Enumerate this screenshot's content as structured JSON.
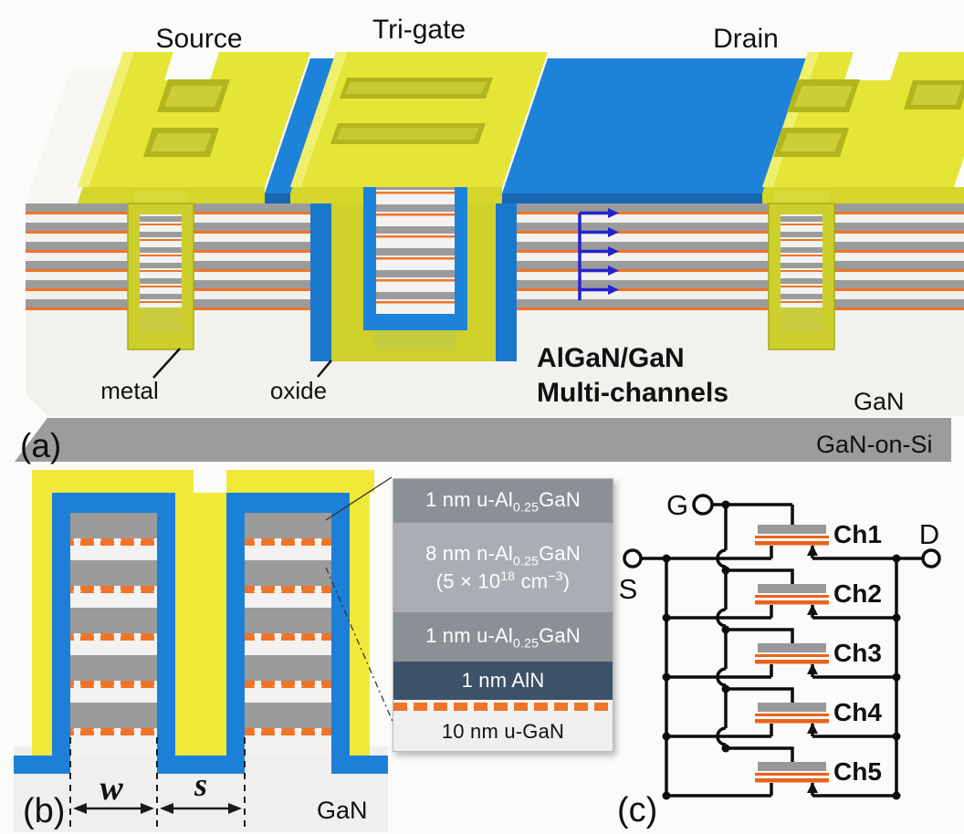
{
  "figure_caption_tags": {
    "a": "(a)",
    "b": "(b)",
    "c": "(c)"
  },
  "colors": {
    "metal_yellow": "#e5e537",
    "oxide_blue": "#1d82da",
    "channel_orange": "#f07428",
    "barrier_gray": "#9b9b9b",
    "substrate_gray": "#9c9c9c",
    "annotation_blue": "#2020c0",
    "circuit_channel_label": "#e4591c"
  },
  "panel_a": {
    "label": "(a)",
    "terminals": {
      "source": "Source",
      "gate": "Tri-gate",
      "drain": "Drain"
    },
    "annotations": {
      "metal": "metal",
      "oxide": "oxide",
      "multichannel_line1": "AlGaN/GaN",
      "multichannel_line2": "Multi-channels",
      "buffer": "GaN",
      "substrate": "GaN-on-Si"
    },
    "channel_arrow_count": 5
  },
  "panel_b": {
    "label": "(b)",
    "fin_width_symbol": "w",
    "fin_spacing_symbol": "s",
    "substrate_label": "GaN"
  },
  "layer_stack": {
    "rows": [
      {
        "kind": "u-algan-cap",
        "pre": "1 nm u-Al",
        "sub": "0.25",
        "post": "GaN"
      },
      {
        "kind": "n-algan-barrier",
        "pre": "8 nm n-Al",
        "sub": "0.25",
        "post": "GaN",
        "doping_pre": "(5 × 10",
        "doping_sup": "18",
        "doping_mid": " cm",
        "doping_sup2": "−3",
        "doping_post": ")"
      },
      {
        "kind": "u-algan-spacer",
        "pre": "1 nm u-Al",
        "sub": "0.25",
        "post": "GaN"
      },
      {
        "kind": "aln-spacer",
        "text": "1 nm AlN"
      },
      {
        "kind": "2deg-dashes"
      },
      {
        "kind": "u-gan-channel",
        "text": "10 nm u-GaN"
      }
    ]
  },
  "panel_c": {
    "label": "(c)",
    "terminals": {
      "gate": "G",
      "source": "S",
      "drain": "D"
    },
    "channels": [
      "Ch1",
      "Ch2",
      "Ch3",
      "Ch4",
      "Ch5"
    ]
  }
}
